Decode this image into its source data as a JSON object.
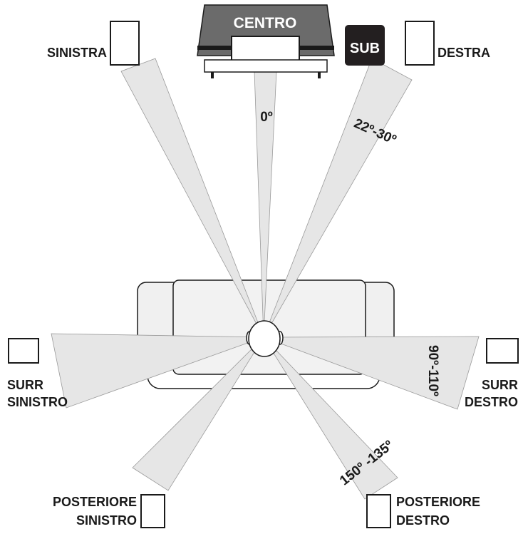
{
  "labels": {
    "center": "CENTRO",
    "sub": "SUB",
    "front_left": "SINISTRA",
    "front_right": "DESTRA",
    "surround_left_line1": "SURR",
    "surround_left_line2": "SINISTRO",
    "surround_right_line1": "SURR",
    "surround_right_line2": "DESTRO",
    "rear_left_line1": "POSTERIORE",
    "rear_left_line2": "SINISTRO",
    "rear_right_line1": "POSTERIORE",
    "rear_right_line2": "DESTRO"
  },
  "angles": {
    "center": "0º",
    "front": "22º-30º",
    "surround": "90º-110º",
    "rear": "150º -135º"
  },
  "colors": {
    "beam": "#e6e6e6",
    "beam_stroke": "#9a9a9a",
    "tv_body": "#6b6b6b",
    "sub": "#231f20",
    "ink": "#1a1a1a"
  }
}
